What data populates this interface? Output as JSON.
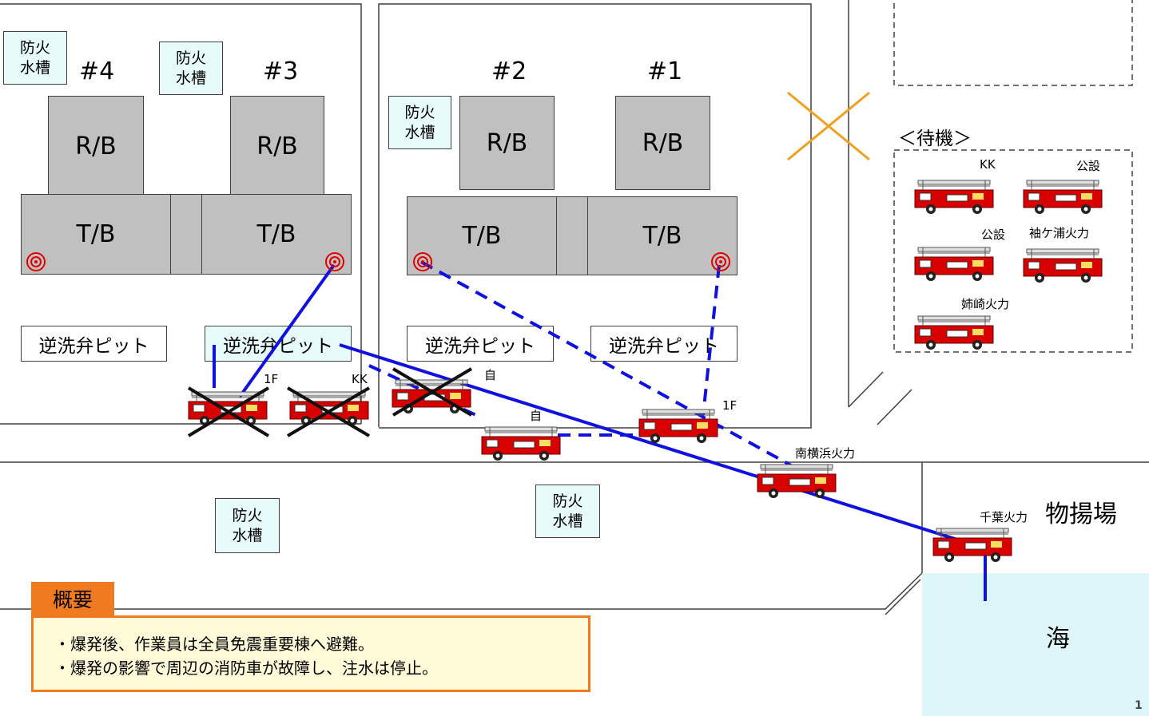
{
  "units": {
    "u4": "#4",
    "u3": "#3",
    "u2": "#2",
    "u1": "#1"
  },
  "buildings": {
    "rb": "R/B",
    "tb": "T/B"
  },
  "tank_label": [
    "防火",
    "水槽"
  ],
  "pit_label": "逆洗弁ピット",
  "standby": {
    "title": "＜待機＞",
    "labels": [
      "KK",
      "公設",
      "公設",
      "袖ケ浦火力",
      "姉崎火力"
    ]
  },
  "truck_labels": {
    "t1": "1F",
    "t2": "KK",
    "t3": "自",
    "t4": "自",
    "t5": "1F",
    "t6": "南横浜火力",
    "t7": "千葉火力"
  },
  "yard": "物揚場",
  "sea": "海",
  "summary": {
    "tab": "概要",
    "line1": "・爆発後、作業員は全員免震重要棟へ避難。",
    "line2": "・爆発の影響で周辺の消防車が故障し、注水は停止。"
  },
  "page_number": "1",
  "colors": {
    "building": "#c0c0c0",
    "tank": "#e8fbfb",
    "line": "#1010e0",
    "cross_orange": "#f0a020",
    "summary_border": "#f07a1f",
    "sea": "#ddf6fa",
    "truck_body": "#d80000"
  }
}
